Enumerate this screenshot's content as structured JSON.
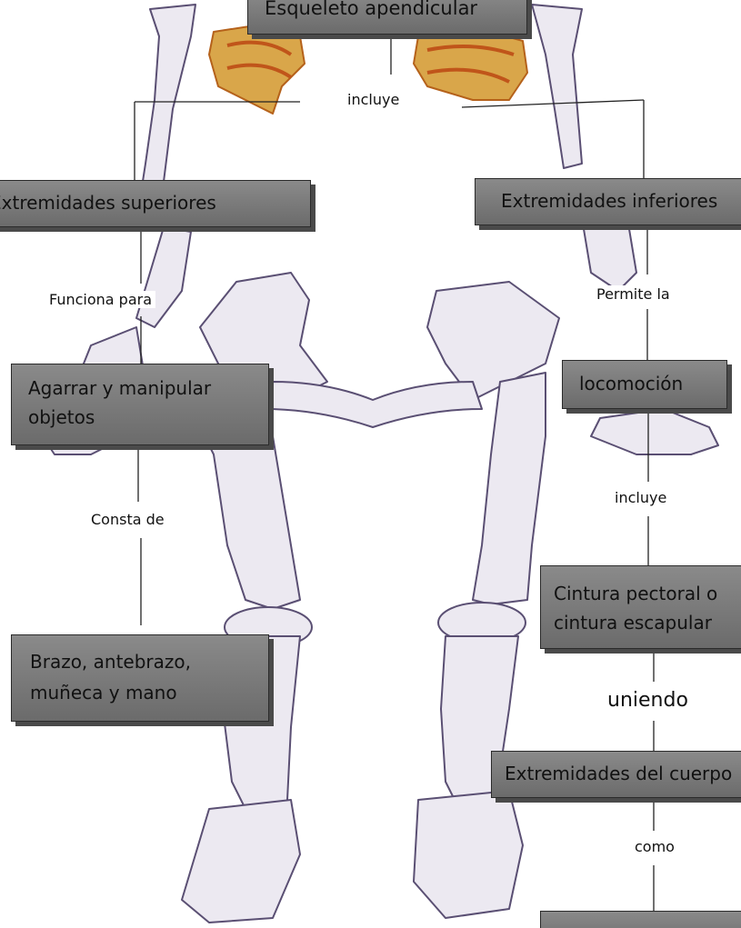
{
  "diagram": {
    "root": "Esqueleto apendicular",
    "root_link": "incluye",
    "left": {
      "node1": "Extremidades superiores",
      "link1": "Funciona para",
      "node2": "Agarrar y manipular objetos",
      "link2": "Consta de",
      "node3": "Brazo, antebrazo, muñeca y mano"
    },
    "right": {
      "node1": "Extremidades inferiores",
      "link1": "Permite la",
      "node2": "locomoción",
      "link2": "incluye",
      "node3": "Cintura pectoral o cintura escapular",
      "link3": "uniendo",
      "node4": "Extremidades del cuerpo",
      "link4": "como",
      "node5": ""
    }
  },
  "colors": {
    "box_fill": "#7a7a7a",
    "box_border": "#2b2b2b",
    "bone": "#e9e6ee",
    "bone_outline": "#5a4f73",
    "pelvis_fill": "#d4a24a",
    "pelvis_accent": "#c86a1a"
  }
}
